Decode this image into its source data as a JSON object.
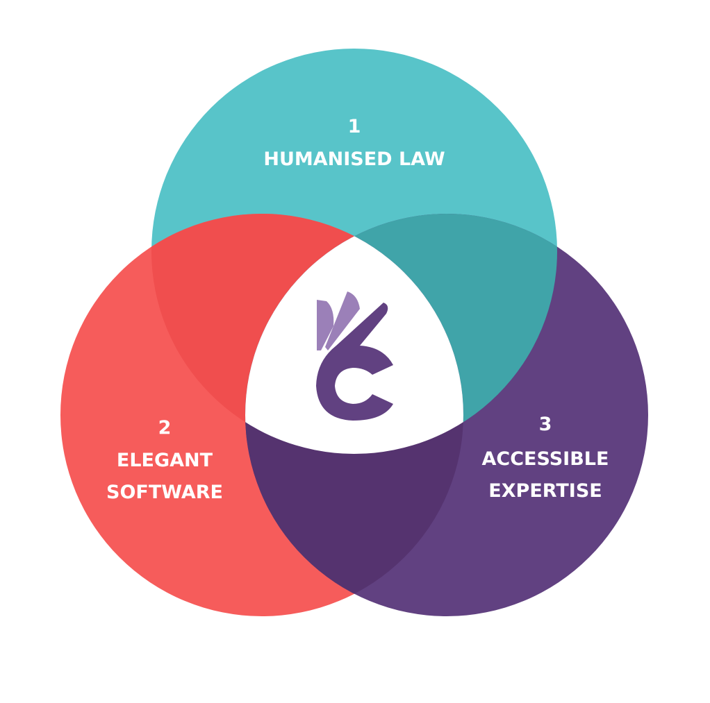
{
  "colors": {
    "teal": "#58c4c9",
    "red": "#f65c5b",
    "purple": "#614181",
    "red_teal": "#f04e4e",
    "teal_purple": "#40a4a9",
    "red_purple": "#55336f",
    "center": "#ffffff",
    "logo_dark": "#614181",
    "logo_light": "#9b80b8"
  },
  "circles": [
    {
      "number": "1",
      "lines": [
        "HUMANISED LAW"
      ]
    },
    {
      "number": "2",
      "lines": [
        "ELEGANT",
        "SOFTWARE"
      ]
    },
    {
      "number": "3",
      "lines": [
        "ACCESSIBLE",
        "EXPERTISE"
      ]
    }
  ],
  "logo": {
    "icon": "brand-logo-icon"
  }
}
